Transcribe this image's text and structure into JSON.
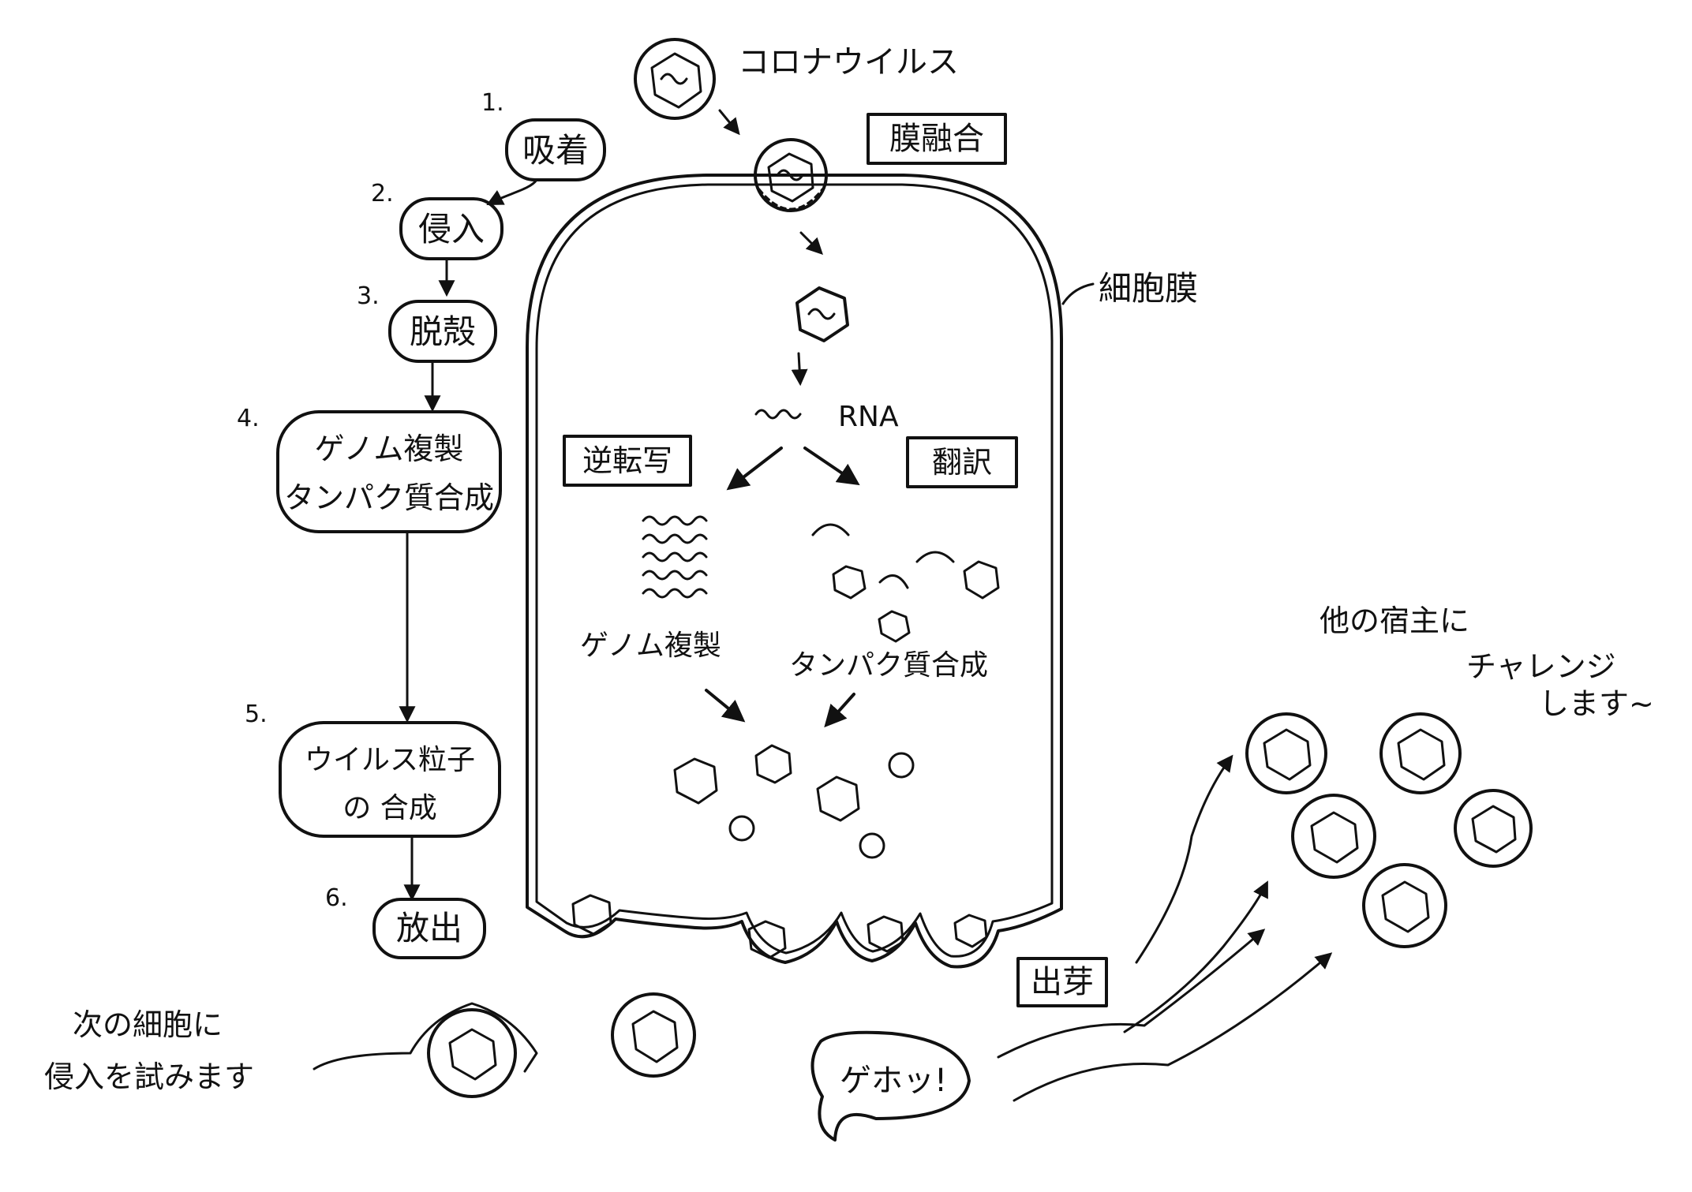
{
  "virus_label": "コロナウイルス",
  "steps": [
    {
      "number": "1.",
      "label": "吸着"
    },
    {
      "number": "2.",
      "label": "侵入"
    },
    {
      "number": "3.",
      "label": "脱殻"
    },
    {
      "number": "4.",
      "label_line1": "ゲノム複製",
      "label_line2": "タンパク質合成"
    },
    {
      "number": "5.",
      "label_line1": "ウイルス粒子",
      "label_line2": "の 合成"
    },
    {
      "number": "6.",
      "label": "放出"
    }
  ],
  "cell": {
    "membrane_fusion": "膜融合",
    "cell_membrane": "細胞膜",
    "rna": "RNA",
    "reverse_transcription": "逆転写",
    "translation": "翻訳",
    "genome_replication": "ゲノム複製",
    "protein_synthesis": "タンパク質合成",
    "budding": "出芽"
  },
  "notes": {
    "next_cell_line1": "次の細胞に",
    "next_cell_line2": "侵入を試みます",
    "other_host_line1": "他の宿主に",
    "other_host_line2": "チャレンジ",
    "other_host_line3": "します~",
    "cough": "ゲホッ!"
  }
}
